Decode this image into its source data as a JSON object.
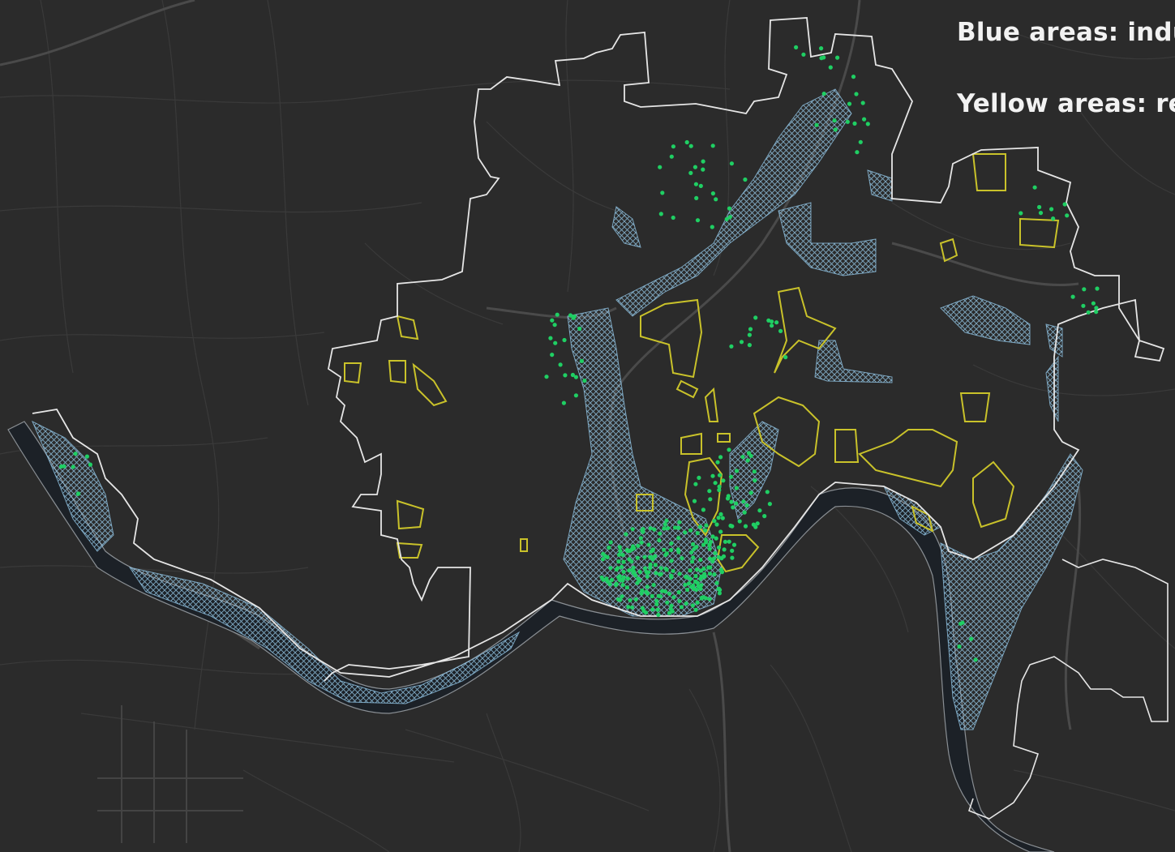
{
  "map": {
    "title": "",
    "legend": [
      {
        "id": "industrial",
        "label": "Blue areas: indu",
        "color": "#8fc1e0"
      },
      {
        "id": "residential",
        "label": "Yellow areas: re",
        "color": "#c9c22a"
      }
    ],
    "colors": {
      "background": "#2b2b2b",
      "roads": "#3d3d3d",
      "major_roads": "#4a4a4a",
      "river": "#1c2127",
      "boundary": "#e6e6e6",
      "industrial_hatch": "#8fc1e0",
      "residential_outline": "#c9c22a",
      "points": "#1fcf63"
    }
  }
}
